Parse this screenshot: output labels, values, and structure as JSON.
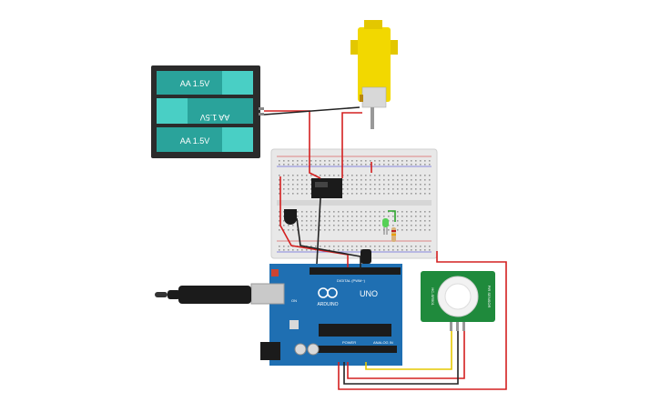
{
  "battery": {
    "cells": [
      {
        "label": "AA 1.5V",
        "flipped": false
      },
      {
        "label": "AA 1.5V",
        "flipped": true
      },
      {
        "label": "AA 1.5V",
        "flipped": false
      }
    ]
  },
  "arduino": {
    "brand": "ARDUINO",
    "model": "UNO",
    "digital_header": "DIGITAL (PWM~)",
    "power_header": "POWER",
    "analog_header": "ANALOG IN",
    "on_label": "ON"
  },
  "pir": {
    "side_left": "HC-SR501",
    "side_right": "PIR SENSOR"
  },
  "colors": {
    "board": "#1f6fb2",
    "battery_case": "#2b2b2b",
    "battery_cell": "#3ec1b8",
    "motor": "#f2d800",
    "pir_pcb": "#1f8a3c",
    "wire_red": "#d42020",
    "wire_black": "#222222",
    "wire_yellow": "#e6c800",
    "wire_green": "#2aa52a"
  }
}
